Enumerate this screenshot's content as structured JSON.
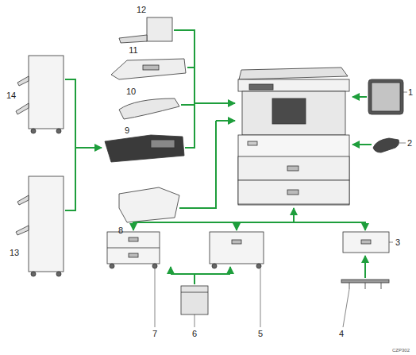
{
  "diagram": {
    "labels": [
      "12",
      "11",
      "10",
      "9",
      "14",
      "13",
      "1",
      "2",
      "8",
      "3",
      "4",
      "7",
      "6",
      "5",
      "CZP302"
    ]
  }
}
